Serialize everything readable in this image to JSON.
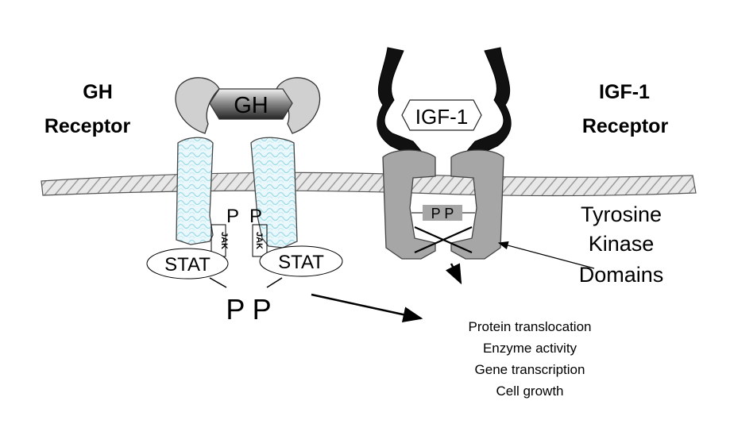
{
  "gh_receptor": {
    "line1": "GH",
    "line2": "Receptor"
  },
  "igf1_receptor": {
    "line1": "IGF-1",
    "line2": "Receptor"
  },
  "ligands": {
    "gh": "GH",
    "igf1": "IGF-1"
  },
  "gh_side": {
    "p_left": "P",
    "p_right": "P",
    "jak_left": "JAK",
    "jak_right": "JAK",
    "stat_left": "STAT",
    "stat_right": "STAT",
    "phospho": "P P"
  },
  "igf_side": {
    "phospho": "P P"
  },
  "kinase_label": {
    "line1": "Tyrosine",
    "line2": "Kinase",
    "line3": "Domains"
  },
  "outcomes": [
    "Protein translocation",
    "Enzyme activity",
    "Gene transcription",
    "Cell growth"
  ]
}
